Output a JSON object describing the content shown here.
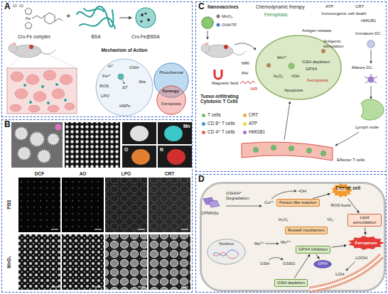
{
  "diagram": {
    "nodes": [
      {
        "text": [
          "A"
        ]
      },
      {
        "text": [
          "B"
        ]
      },
      {
        "text": [
          "C"
        ]
      },
      {
        "text": [
          "D"
        ]
      },
      {
        "text": [
          "Mechanism of Action"
        ],
        "in": 0
      },
      {
        "text": [
          "Photothermal"
        ],
        "in": 0
      },
      {
        "text": [
          "Ferroptosis"
        ],
        "in": 0
      },
      {
        "text": [
          "Cancer cell"
        ],
        "in": 3
      },
      {
        "text": [
          "Nucleus"
        ],
        "in": 7
      },
      {
        "text": [
          "Fenton-like reaction"
        ],
        "in": 7
      },
      {
        "text": [
          "ROS"
        ],
        "in": 7
      },
      {
        "text": [
          "Russell mechanism"
        ],
        "in": 7
      },
      {
        "text": [
          "Lipid peroxidation"
        ],
        "in": 7
      },
      {
        "text": [
          "GSH depletion"
        ],
        "in": 7
      },
      {
        "text": [
          "GPX4 inhibition"
        ],
        "in": 7
      },
      {
        "text": [
          "GPX4"
        ],
        "in": 7
      },
      {
        "text": [
          "Ferroptosis"
        ],
        "in": 7
      }
    ],
    "edges": [
      {
        "from": 9,
        "to": 10,
        "arrow": "to"
      },
      {
        "from": 10,
        "to": 12,
        "arrow": "to",
        "label": "ROS burst"
      },
      {
        "from": 12,
        "to": 16,
        "arrow": "to"
      },
      {
        "from": 14,
        "to": 16,
        "arrow": "to"
      },
      {
        "from": 14,
        "to": 15,
        "arrow": "to"
      },
      {
        "from": 13,
        "to": 14,
        "arrow": "to"
      }
    ],
    "labels": [
      "Cl",
      "Cl",
      "Fe",
      "+",
      "Cro-Fe complex",
      "BSA",
      "Cro-Fe@BSA",
      "H⁺",
      "GSH",
      "Fe²⁺",
      "ROS",
      "LPO",
      "ΔT",
      "Abs",
      "HSPs",
      "Synergy",
      "Mn",
      "O",
      "N",
      "DCF",
      "AO",
      "LPO",
      "CRT",
      "PBS",
      "MnO₂",
      "Nanovaccines",
      "MnO₂",
      "OVA/TF",
      "Chemodynamic therapy",
      "Ferroptosis",
      "ATP",
      "CRT",
      "Immunogenic cell death",
      "HMGB1",
      "Antigen release",
      "Antigenic stimulation",
      "Immature DC",
      "GSH depletion",
      "GPX4",
      "Mn²⁺",
      "H₂O₂",
      "•OH",
      "MRI",
      "PAI",
      "Ferroptosis",
      "Apoptosis",
      "Mature DC",
      "Lymph node",
      "Effector T cells",
      "Magnetic field",
      "NIR",
      "Tumor-infiltrating Cytotoxic T Cells",
      "CPMNSs",
      "GSH/H⁺ Degradation",
      "Co²⁺",
      "•OH",
      "H₂O₂",
      "¹O₂",
      "Mo⁶⁺",
      "Mo⁴⁺",
      "GSH",
      "GSSG",
      "LOOH",
      "LOH"
    ],
    "legend": [
      {
        "text": "T cells",
        "color": "#6cc070"
      },
      {
        "text": "CD 8⁺ T cells",
        "color": "#3b8fd6"
      },
      {
        "text": "CD 4⁺ T cells",
        "color": "#e2673f"
      },
      {
        "text": "CRT",
        "color": "#f2a93b"
      },
      {
        "text": "ATP",
        "color": "#f3d33c"
      },
      {
        "text": "HMGB1",
        "color": "#a46bd1"
      }
    ]
  }
}
